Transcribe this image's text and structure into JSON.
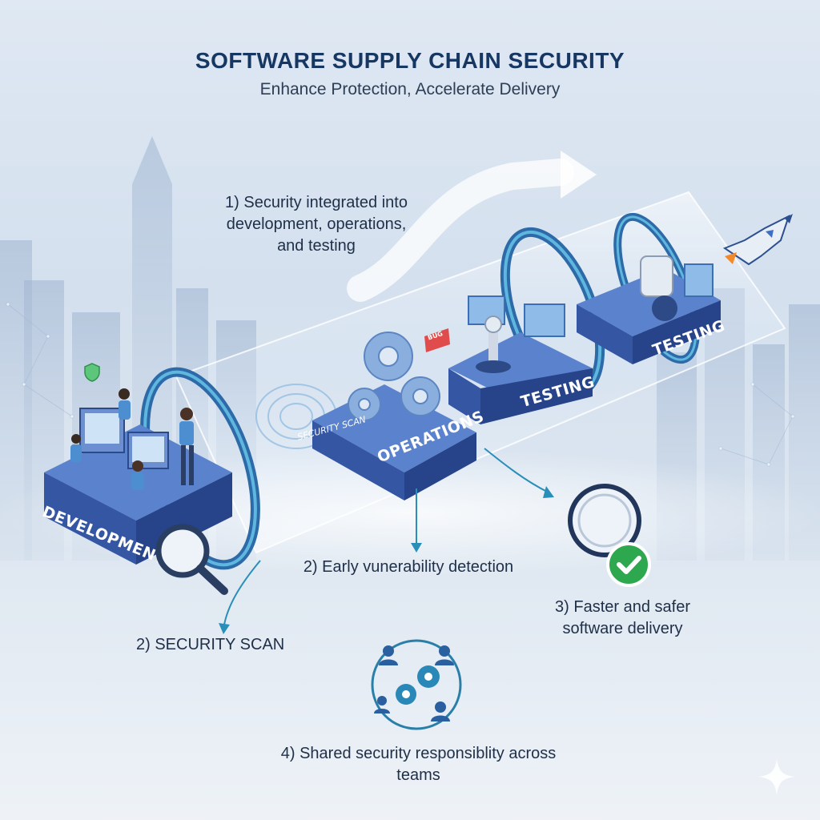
{
  "header": {
    "title": "SOFTWARE SUPPLY CHAIN SECURITY",
    "subtitle": "Enhance Protection, Accelerate Delivery"
  },
  "stages": {
    "development": "DEVELOPMENT",
    "operations": "OPERATIONS",
    "testing_mid": "TESTING",
    "testing_end": "TESTING"
  },
  "tags": {
    "security_scan_tag": "SECURITY SCAN",
    "bug_tag": "BUG"
  },
  "callouts": {
    "integrated": "1) Security integrated into development, operations, and testing",
    "early_detection": "2) Early vunerability detection",
    "security_scan": "2) SECURITY SCAN",
    "faster_delivery": "3) Faster and safer software delivery",
    "shared_responsibility": "4) Shared security responsiblity across teams"
  },
  "colors": {
    "title": "#173763",
    "platform_top": "#3f63b3",
    "platform_side": "#2b4a92",
    "tube_ring": "#3a86c8",
    "success": "#2ea84f",
    "arrow": "#2a8fb8"
  },
  "icons": {
    "magnifier": "magnifier-icon",
    "check": "check-circle-icon",
    "team_gears": "team-gears-icon",
    "rocket": "rocket-icon",
    "shield": "shield-icon",
    "sparkle": "sparkle-icon"
  }
}
